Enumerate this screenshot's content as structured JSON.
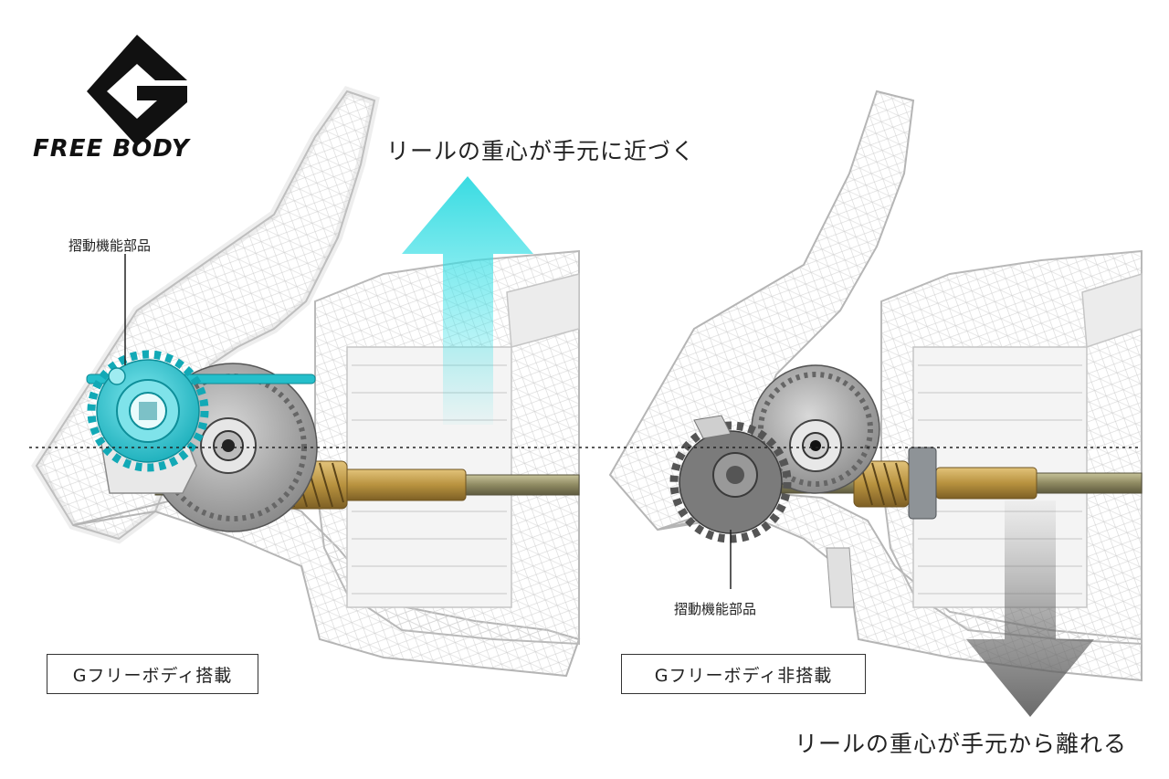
{
  "logo": {
    "text": "FREE BODY"
  },
  "headings": {
    "up": "リールの重心が手元に近づく",
    "down": "リールの重心が手元から離れる"
  },
  "labels": {
    "part_left": "摺動機能部品",
    "part_right": "摺動機能部品",
    "box_left": "Gフリーボディ搭載",
    "box_right": "Gフリーボディ非搭載"
  },
  "colors": {
    "accent_cyan": "#29c9d4",
    "arrow_up": "#35e0e6",
    "arrow_down": "#6b6b6b",
    "brass": "#b8923f",
    "frame": "#c9c9c9"
  }
}
